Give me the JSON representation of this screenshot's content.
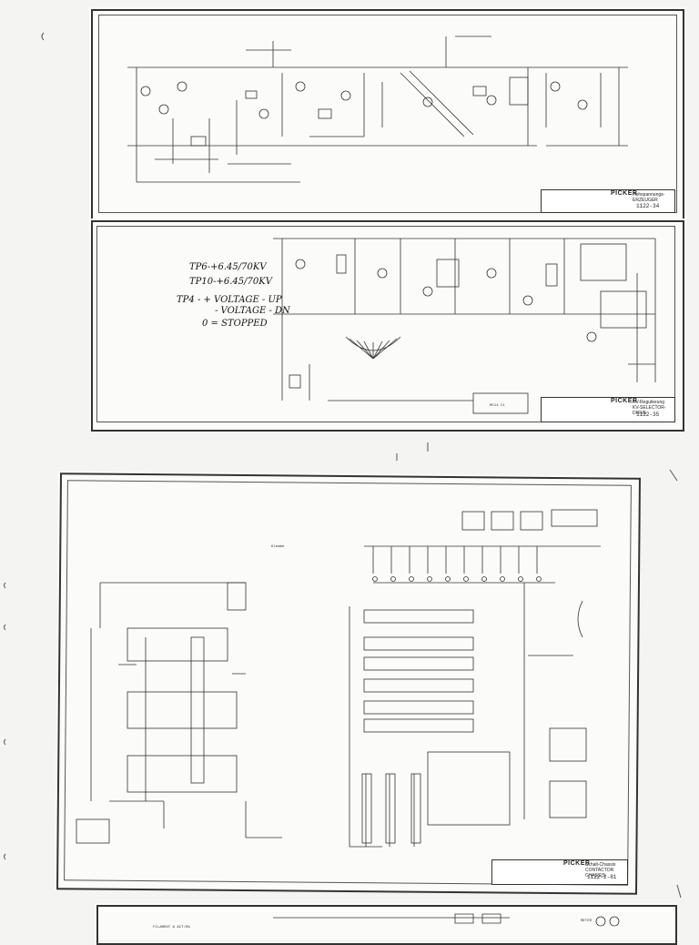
{
  "sheets": [
    {
      "brand": "PICKER",
      "title_line1": "Hohspannungs-",
      "title_line2": "ERZEUGER",
      "doc_number": "1122-34"
    },
    {
      "brand": "PICKER",
      "title_line1": "KV-Regulierung",
      "title_line2": "KV-SELECTOR-DRIVE",
      "doc_number": "1122-35"
    },
    {
      "brand": "PICKER",
      "title_line1": "Schalt-Chassis",
      "title_line2": "CONTACTOR CHASSIS",
      "doc_number": "1122-2-81"
    }
  ],
  "handwritten_notes": {
    "line1": "TP6-+6.45/70KV",
    "line2": "TP10-+6.45/70KV",
    "line3": "TP4 - + VOLTAGE - UP",
    "line4": "- VOLTAGE - DN",
    "line5": "0 = STOPPED"
  },
  "ic_label": "MC14 C1",
  "sheet3_note": "Klemme",
  "bottom_labels": {
    "left": "FILAMENT & ACT/RA",
    "right": "METER"
  },
  "colors": {
    "ink": "#222222",
    "paper": "#fbfbf9",
    "background": "#f4f4f2"
  }
}
